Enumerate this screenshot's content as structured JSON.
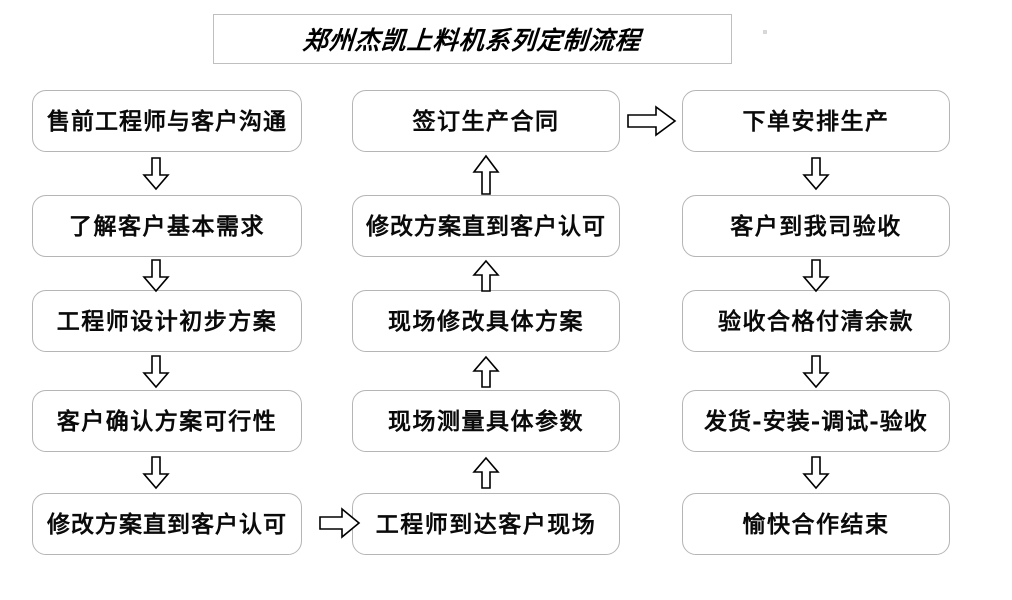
{
  "title": {
    "text": "郑州杰凯上料机系列定制流程"
  },
  "colors": {
    "background": "#ffffff",
    "node_border": "#b5b5b5",
    "title_border": "#bfbfbf",
    "text": "#0a0a0a",
    "arrow_stroke": "#000000",
    "arrow_fill": "#ffffff"
  },
  "diagram": {
    "type": "flowchart",
    "columns": [
      {
        "name": "column-left",
        "direction": "top-to-bottom",
        "nodes": [
          {
            "id": "l1",
            "label": "售前工程师与客户沟通"
          },
          {
            "id": "l2",
            "label": "了解客户基本需求"
          },
          {
            "id": "l3",
            "label": "工程师设计初步方案"
          },
          {
            "id": "l4",
            "label": "客户确认方案可行性"
          },
          {
            "id": "l5",
            "label": "修改方案直到客户认可"
          }
        ]
      },
      {
        "name": "column-middle",
        "direction": "bottom-to-top",
        "nodes": [
          {
            "id": "m1",
            "label": "签订生产合同"
          },
          {
            "id": "m2",
            "label": "修改方案直到客户认可"
          },
          {
            "id": "m3",
            "label": "现场修改具体方案"
          },
          {
            "id": "m4",
            "label": "现场测量具体参数"
          },
          {
            "id": "m5",
            "label": "工程师到达客户现场"
          }
        ]
      },
      {
        "name": "column-right",
        "direction": "top-to-bottom",
        "nodes": [
          {
            "id": "r1",
            "label": "下单安排生产"
          },
          {
            "id": "r2",
            "label": "客户到我司验收"
          },
          {
            "id": "r3",
            "label": "验收合格付清余款"
          },
          {
            "id": "r4",
            "label": "发货-安装-调试-验收"
          },
          {
            "id": "r5",
            "label": "愉快合作结束"
          }
        ]
      }
    ],
    "connectors": [
      {
        "id": "c-l1-l2",
        "from": "l1",
        "to": "l2",
        "direction": "down"
      },
      {
        "id": "c-l2-l3",
        "from": "l2",
        "to": "l3",
        "direction": "down"
      },
      {
        "id": "c-l3-l4",
        "from": "l3",
        "to": "l4",
        "direction": "down"
      },
      {
        "id": "c-l4-l5",
        "from": "l4",
        "to": "l5",
        "direction": "down"
      },
      {
        "id": "c-l5-m5",
        "from": "l5",
        "to": "m5",
        "direction": "right"
      },
      {
        "id": "c-m5-m4",
        "from": "m5",
        "to": "m4",
        "direction": "up"
      },
      {
        "id": "c-m4-m3",
        "from": "m4",
        "to": "m3",
        "direction": "up"
      },
      {
        "id": "c-m3-m2",
        "from": "m3",
        "to": "m2",
        "direction": "up"
      },
      {
        "id": "c-m2-m1",
        "from": "m2",
        "to": "m1",
        "direction": "up"
      },
      {
        "id": "c-m1-r1",
        "from": "m1",
        "to": "r1",
        "direction": "right"
      },
      {
        "id": "c-r1-r2",
        "from": "r1",
        "to": "r2",
        "direction": "down"
      },
      {
        "id": "c-r2-r3",
        "from": "r2",
        "to": "r3",
        "direction": "down"
      },
      {
        "id": "c-r3-r4",
        "from": "r3",
        "to": "r4",
        "direction": "down"
      },
      {
        "id": "c-r4-r5",
        "from": "r4",
        "to": "r5",
        "direction": "down"
      }
    ]
  }
}
